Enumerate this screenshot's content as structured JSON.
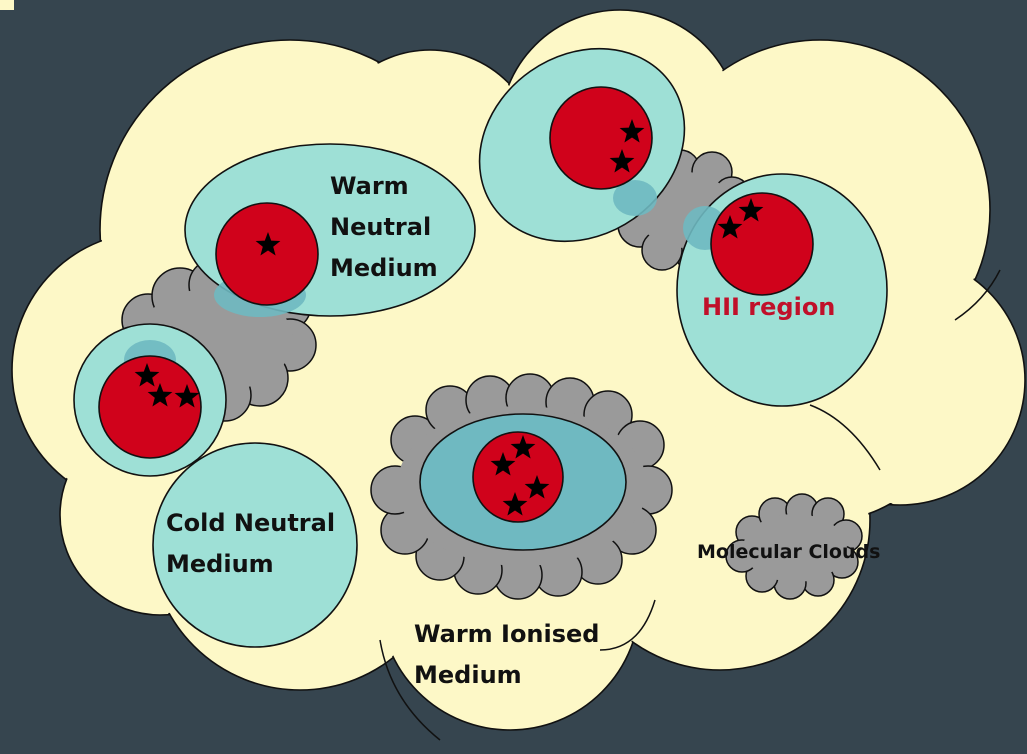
{
  "colors": {
    "background": "#36454f",
    "warm_ionised": "#fdf8c7",
    "warm_neutral": "#9ee0d6",
    "cold_neutral": "#9ee0d6",
    "molecular": "#9a9a9a",
    "hii_region": "#d0021b",
    "hii_label": "#c0102a",
    "outline": "#111111",
    "star": "#000000"
  },
  "labels": {
    "warm_neutral_line1": "Warm",
    "warm_neutral_line2": "Neutral",
    "warm_neutral_line3": "Medium",
    "hii_region": "HII region",
    "cold_neutral_line1": "Cold Neutral",
    "cold_neutral_line2": "Medium",
    "molecular_clouds": "Molecular Clouds",
    "warm_ionised_line1": "Warm Ionised",
    "warm_ionised_line2": "Medium"
  },
  "icons": {
    "star": "star-icon"
  }
}
